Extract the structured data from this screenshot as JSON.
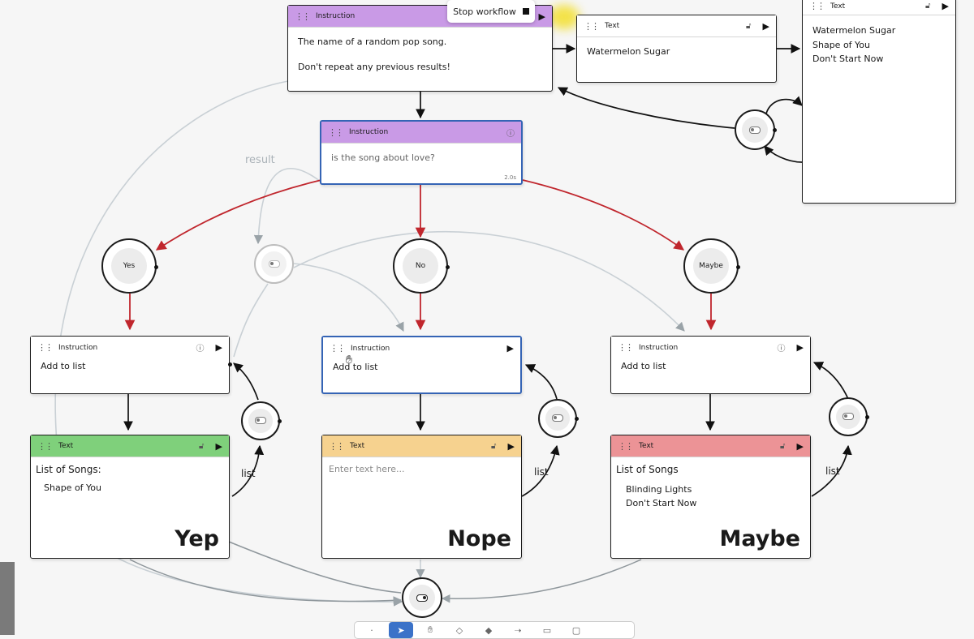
{
  "controls": {
    "stop_label": "Stop workflow",
    "stop_icon": "stop-square-icon"
  },
  "nodes": {
    "main_instruction": {
      "header": "Instruction",
      "lines": [
        "The name of a random pop song.",
        "Don't repeat any previous results!"
      ]
    },
    "current_text": {
      "header": "Text",
      "value": "Watermelon Sugar"
    },
    "history_text": {
      "header": "Text",
      "lines": [
        "Watermelon Sugar",
        "Shape of You",
        "Don't Start Now"
      ]
    },
    "question": {
      "header": "Instruction",
      "prompt": "is the song about love?",
      "duration": "2.0s"
    },
    "add_yes": {
      "header": "Instruction",
      "body": "Add to list"
    },
    "add_no": {
      "header": "Instruction",
      "body": "Add to list"
    },
    "add_maybe": {
      "header": "Instruction",
      "body": "Add to list"
    },
    "yes_list": {
      "header": "Text",
      "title": "List of Songs:",
      "items": [
        "Shape of You"
      ],
      "big_label": "Yep"
    },
    "no_list": {
      "header": "Text",
      "placeholder": "Enter text here...",
      "big_label": "Nope"
    },
    "maybe_list": {
      "header": "Text",
      "title": "List of Songs",
      "items": [
        "Blinding Lights",
        "Don't Start Now"
      ],
      "big_label": "Maybe"
    }
  },
  "branches": {
    "yes": "Yes",
    "no": "No",
    "maybe": "Maybe"
  },
  "edge_labels": {
    "result": "result",
    "list": "list"
  },
  "colors": {
    "instruction_header": "#c99ae6",
    "yes_header": "#7fd07b",
    "no_header": "#f6d28f",
    "maybe_header": "#ec9396",
    "branch_edge": "#c0262d",
    "selected_border": "#3564b5",
    "faded_edge": "#c9d0d5"
  }
}
